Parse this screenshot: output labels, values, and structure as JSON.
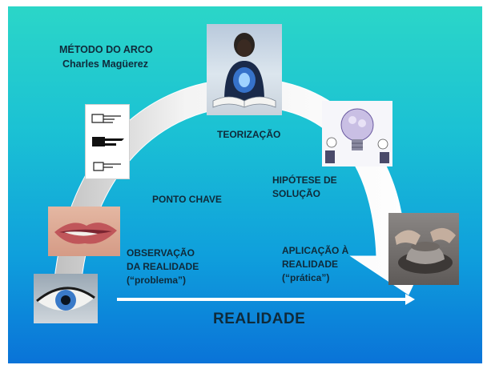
{
  "title": {
    "line1": "MÉTODO DO ARCO",
    "line2": "Charles Magüerez"
  },
  "stages": {
    "observacao": "OBSERVAÇÃO\nDA REALIDADE\n(“problema”)",
    "ponto_chave": "PONTO CHAVE",
    "teorizacao": "TEORIZAÇÃO",
    "hipotese": "HIPÓTESE DE\nSOLUÇÃO",
    "aplicacao": "APLICAÇÃO À\nREALIDADE\n(“prática”)"
  },
  "bottom_label": "REALIDADE",
  "images": [
    {
      "name": "reading-person-photo",
      "icon": "person-reading-book"
    },
    {
      "name": "pointing-hands-drawing",
      "icon": "pointing-hands"
    },
    {
      "name": "mouth-photo",
      "icon": "mouth"
    },
    {
      "name": "eye-photo",
      "icon": "eye"
    },
    {
      "name": "lightbulb-people-illustration",
      "icon": "lightbulb-ideas"
    },
    {
      "name": "pottery-hands-photo",
      "icon": "pottery-wheel-hands"
    }
  ],
  "colors": {
    "background_top": "#2bd6c8",
    "background_bottom": "#0a73d8",
    "arc": "#ffffff",
    "arrow": "#ffffff",
    "text": "#0f2a3a"
  }
}
